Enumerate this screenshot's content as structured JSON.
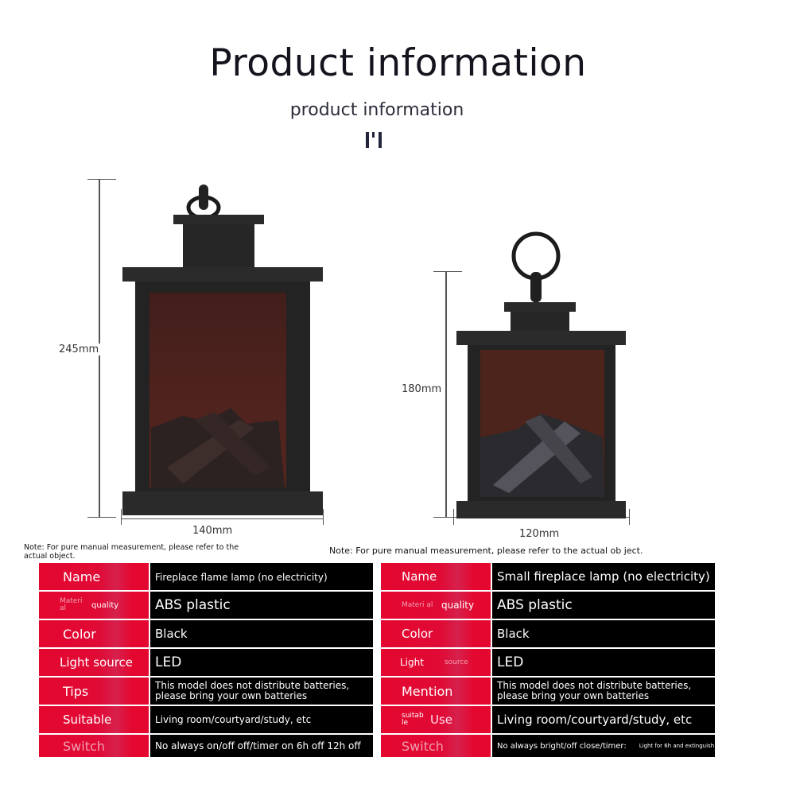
{
  "header": {
    "title": "Product information",
    "subtitle": "product information",
    "logo_icon": "bars-logo-icon"
  },
  "products": [
    {
      "image": "large-fireplace-lantern",
      "height_label": "245mm",
      "width_label": "140mm",
      "note": "Note: For pure manual measurement, please refer to the actual object."
    },
    {
      "image": "small-fireplace-lantern",
      "height_label": "180mm",
      "width_label": "120mm",
      "note": "Note: For pure manual measurement, please refer to the actual ob ject."
    }
  ],
  "spec_tables": [
    {
      "rows": [
        {
          "label": "Name",
          "value": "Fireplace flame lamp (no electricity)"
        },
        {
          "label_a": "Materi al",
          "label_b": "quality",
          "value": "ABS plastic"
        },
        {
          "label": "Color",
          "value": "Black"
        },
        {
          "label": "Light source",
          "value": "LED"
        },
        {
          "label": "Tips",
          "value": "This model does not distribute batteries, please bring your own batteries"
        },
        {
          "label": "Suitable",
          "value": "Living room/courtyard/study, etc"
        },
        {
          "label": "Switch",
          "value": "No always on/off off/timer on 6h off 12h off"
        }
      ]
    },
    {
      "rows": [
        {
          "label": "Name",
          "value": "Small fireplace lamp (no electricity)"
        },
        {
          "label_a": "Materi al",
          "label_b": "quality",
          "value": "ABS plastic"
        },
        {
          "label": "Color",
          "value": "Black"
        },
        {
          "label_a": "Light",
          "label_b": "source",
          "value": "LED"
        },
        {
          "label": "Mention",
          "value": "This model does not distribute batteries, please bring your own batteries"
        },
        {
          "label_a": "suitab le",
          "label_b": "Use",
          "value": "Living room/courtyard/study, etc"
        },
        {
          "label": "Switch",
          "value": "No always bright/off close/timer:",
          "value_b": "Light for 6h and extinguish"
        }
      ]
    }
  ],
  "colors": {
    "label_red": "#e4072f",
    "value_black": "#000000",
    "title": "#14141e"
  }
}
